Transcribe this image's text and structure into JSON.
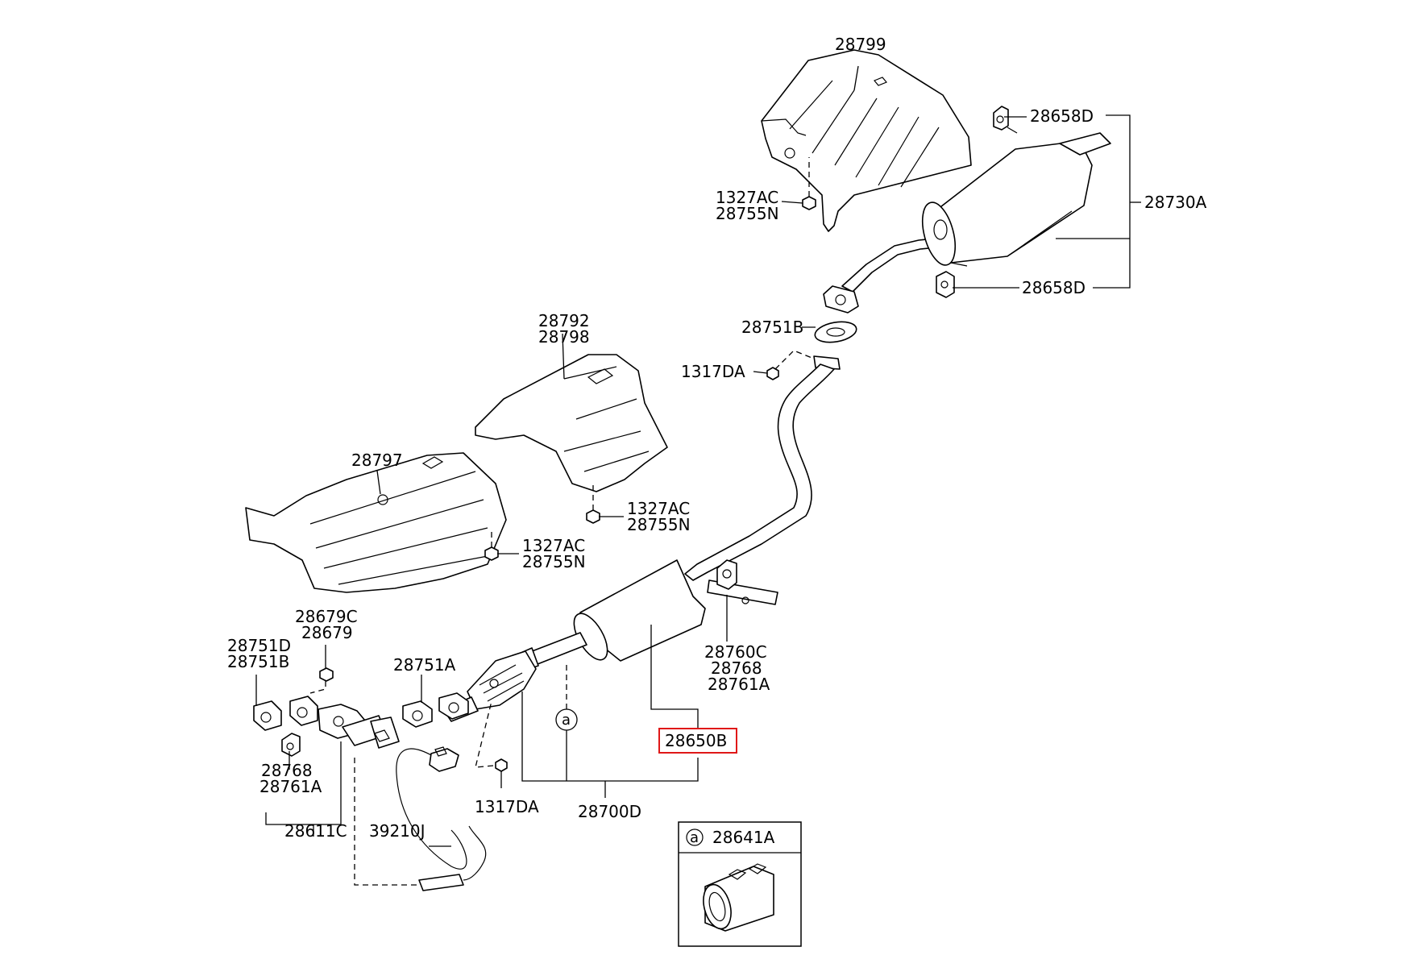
{
  "parts": {
    "p28799": "28799",
    "p28658D_top": "28658D",
    "p28730A": "28730A",
    "p28658D_bottom": "28658D",
    "p1327AC_top": "1327AC",
    "p28755N_top": "28755N",
    "p28792": "28792",
    "p28798": "28798",
    "p28751B_mid": "28751B",
    "p1317DA_mid": "1317DA",
    "p28797": "28797",
    "p1327AC_mid": "1327AC",
    "p28755N_mid": "28755N",
    "p1327AC_left": "1327AC",
    "p28755N_left": "28755N",
    "p28679C": "28679C",
    "p28679": "28679",
    "p28751D": "28751D",
    "p28751B_left": "28751B",
    "p28751A": "28751A",
    "p28760C": "28760C",
    "p28768_right": "28768",
    "p28761A_right": "28761A",
    "p28650B": "28650B",
    "p28768_left": "28768",
    "p28761A_left": "28761A",
    "p1317DA_low": "1317DA",
    "p28700D": "28700D",
    "p28611C": "28611C",
    "p39210J": "39210J",
    "p28641A": "28641A",
    "ref_a_main": "a",
    "ref_a_inset": "a"
  },
  "highlight": {
    "part": "28650B",
    "color": "#e01818"
  }
}
